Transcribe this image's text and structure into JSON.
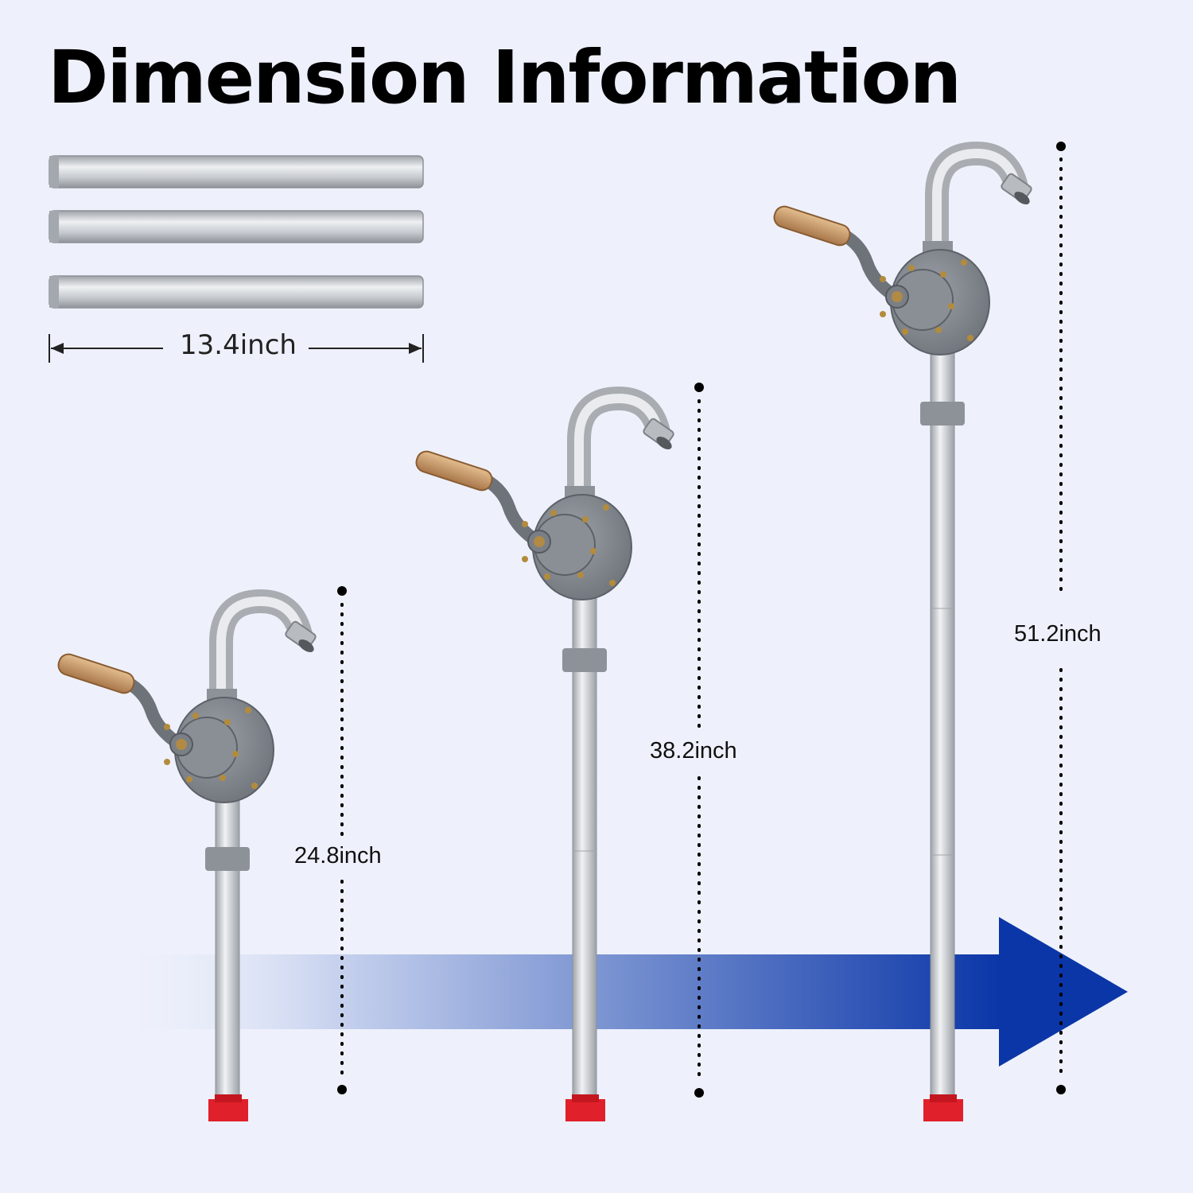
{
  "title": "Dimension Information",
  "pipe_length": "13.4inch",
  "heights": [
    {
      "label": "24.8inch"
    },
    {
      "label": "38.2inch"
    },
    {
      "label": "51.2inch"
    }
  ],
  "colors": {
    "background": "#eef1fb",
    "arrow": "#0b36a8",
    "pipe": "#c9ccd1",
    "pump_body": "#7f858c",
    "handle": "#c79a6a",
    "foot": "#e0202a"
  },
  "icons": [
    "barrel-pump-icon",
    "extension-pipe-icon",
    "growth-arrow-icon"
  ]
}
